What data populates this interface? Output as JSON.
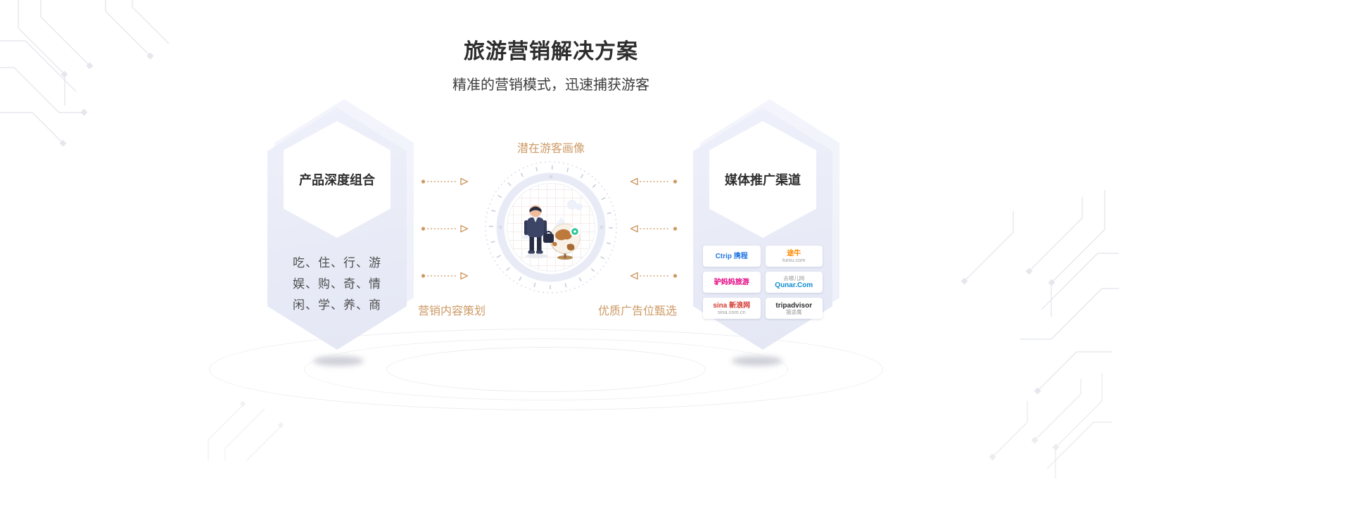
{
  "header": {
    "title": "旅游营销解决方案",
    "subtitle": "精准的营销模式，迅速捕获游客"
  },
  "left_card": {
    "title": "产品深度组合",
    "lines": [
      "吃、住、行、游",
      "娱、购、奇、情",
      "闲、学、养、商"
    ]
  },
  "center": {
    "top_label": "潜在游客画像",
    "bottom_left_label": "营销内容策划",
    "bottom_right_label": "优质广告位甄选"
  },
  "right_card": {
    "title": "媒体推广渠道",
    "logos": [
      {
        "name": "ctrip-logo",
        "label": "Ctrip 携程",
        "color": "#2577e3"
      },
      {
        "name": "tuniu-logo",
        "label": "途牛",
        "sub": "tuniu.com",
        "color": "#ff8a00"
      },
      {
        "name": "lvmama-logo",
        "label": "驴妈妈旅游",
        "color": "#e4007f"
      },
      {
        "name": "qunar-logo",
        "label": "Qunar.Com",
        "sub": "去哪儿网",
        "color": "#0f8cd0"
      },
      {
        "name": "sina-logo",
        "label": "sina 新浪网",
        "sub": "sina.com.cn",
        "color": "#d33a31"
      },
      {
        "name": "tripadvisor-logo",
        "label": "tripadvisor",
        "sub": "猫途鹰",
        "color": "#2c2c2c"
      }
    ]
  },
  "colors": {
    "accent_orange": "#cd9a65",
    "hexagon_lavender": "#e8ebf7",
    "title_text": "#2d2d2d"
  }
}
